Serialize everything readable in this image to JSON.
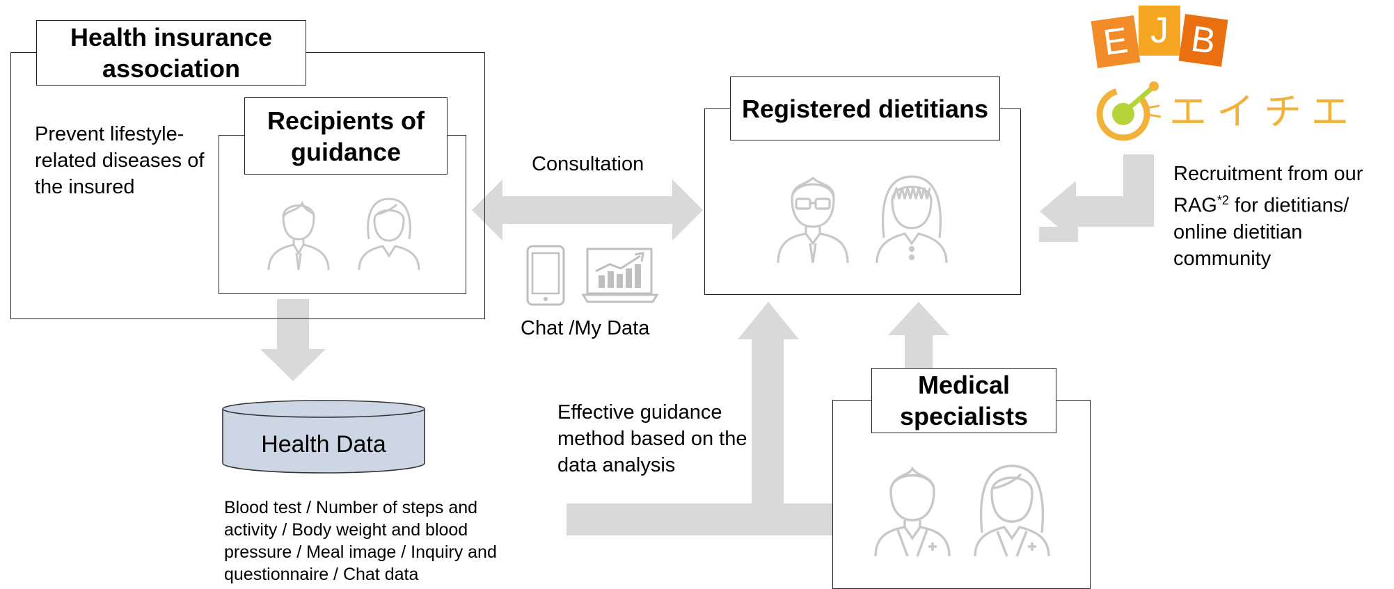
{
  "boxes": {
    "health_insurance_association": "Health insurance association",
    "recipients_of_guidance": "Recipients of guidance",
    "registered_dietitians": "Registered dietitians",
    "medical_specialists": "Medical specialists"
  },
  "texts": {
    "prevent": "Prevent lifestyle-related diseases of the insured",
    "consultation": "Consultation",
    "chat_my_data": "Chat /My Data",
    "effective_guidance": "Effective guidance method based on the data analysis",
    "recruitment_line1": "Recruitment from our",
    "recruitment_rag": "RAG",
    "recruitment_sup": "*2",
    "recruitment_line2_rest": " for dietitians/",
    "recruitment_line3": "online dietitian",
    "recruitment_line4": "community"
  },
  "database": {
    "label": "Health Data",
    "description": "Blood test / Number of steps and activity / Body weight and blood pressure / Meal image / Inquiry and questionnaire / Chat data"
  },
  "logos": {
    "ejb_letters": [
      "E",
      "J",
      "B"
    ],
    "eichie": "エイチエ"
  },
  "colors": {
    "arrow_gray": "#d9d9d9",
    "icon_gray": "#bfbfbf",
    "db_fill": "#cdd6e4",
    "ejb_orange": "#f28c28",
    "ejb_orange_dark": "#ea6f10",
    "eichie_text": "#f2b23a"
  }
}
